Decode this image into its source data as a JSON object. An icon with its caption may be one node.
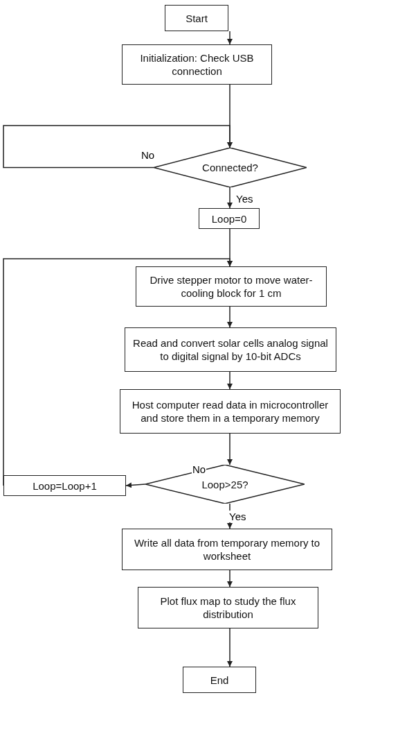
{
  "diagram": {
    "nodes": [
      {
        "text": [
          "Start"
        ]
      },
      {
        "text": [
          "Initialization: Check USB connection"
        ]
      },
      {
        "text": [
          "Connected?"
        ]
      },
      {
        "text": [
          "Loop=0"
        ]
      },
      {
        "text": [
          "Drive stepper motor to move water-cooling block for 1 cm"
        ]
      },
      {
        "text": [
          "Read and convert solar cells analog signal to digital signal by 10-bit ADCs"
        ]
      },
      {
        "text": [
          "Host computer read data in microcontroller and store them in a temporary memory"
        ]
      },
      {
        "text": [
          "Loop>25?"
        ]
      },
      {
        "text": [
          "Loop=Loop+1"
        ]
      },
      {
        "text": [
          "Write all data from temporary memory to worksheet"
        ]
      },
      {
        "text": [
          "Plot flux map to study the flux distribution"
        ]
      },
      {
        "text": [
          "End"
        ]
      }
    ],
    "edges": [
      {
        "from": 0,
        "to": 1,
        "arrow": "to"
      },
      {
        "from": 1,
        "to": 2,
        "arrow": "to"
      },
      {
        "from": 2,
        "to": 2,
        "arrow": "to",
        "label": "No"
      },
      {
        "from": 2,
        "to": 3,
        "arrow": "to",
        "label": "Yes"
      },
      {
        "from": 3,
        "to": 4,
        "arrow": "to"
      },
      {
        "from": 4,
        "to": 5,
        "arrow": "to"
      },
      {
        "from": 5,
        "to": 6,
        "arrow": "to"
      },
      {
        "from": 6,
        "to": 7,
        "arrow": "to"
      },
      {
        "from": 7,
        "to": 8,
        "arrow": "to",
        "label": "No"
      },
      {
        "from": 8,
        "to": 4,
        "arrow": "to"
      },
      {
        "from": 7,
        "to": 9,
        "arrow": "to",
        "label": "Yes"
      },
      {
        "from": 9,
        "to": 10,
        "arrow": "to"
      },
      {
        "from": 10,
        "to": 11,
        "arrow": "to"
      }
    ]
  }
}
